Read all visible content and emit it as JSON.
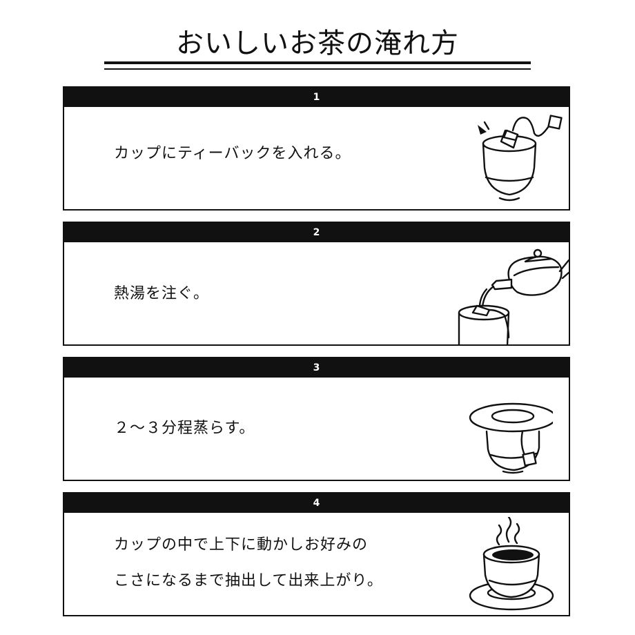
{
  "title": "おいしいお茶の淹れ方",
  "steps": [
    {
      "number": "1",
      "text": "カップにティーバックを入れる。",
      "icon": "teabag-into-cup-icon"
    },
    {
      "number": "2",
      "text": "熱湯を注ぐ。",
      "icon": "teapot-pouring-icon"
    },
    {
      "number": "3",
      "text": "２～３分程蒸らす。",
      "icon": "covered-cup-icon"
    },
    {
      "number": "4",
      "text_line1": "カップの中で上下に動かしお好みの",
      "text_line2": "こさになるまで抽出して出来上がり。",
      "icon": "steaming-tea-cup-icon"
    }
  ]
}
